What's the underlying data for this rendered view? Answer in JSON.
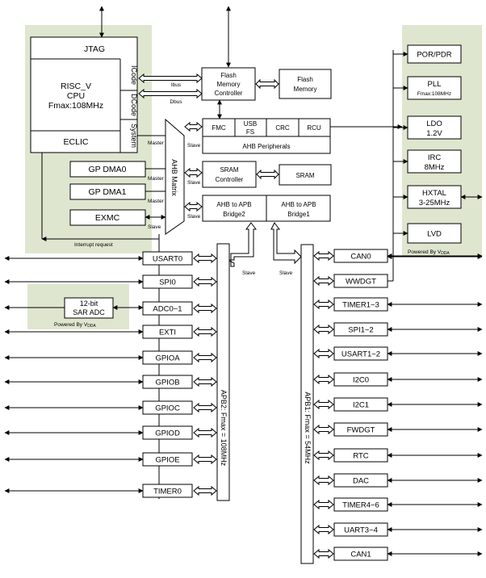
{
  "core": {
    "jtag": "JTAG",
    "cpu_line1": "RISC_V",
    "cpu_line2": "CPU",
    "cpu_line3": "Fmax:108MHz",
    "eclic": "ECLIC",
    "icode": "ICode",
    "dcode": "DCode",
    "system": "System"
  },
  "dma": {
    "dma0": "GP DMA0",
    "dma1": "GP DMA1",
    "exmc": "EXMC"
  },
  "interrupt_request": "Interrupt request",
  "bus": {
    "ibus": "Ibus",
    "dbus": "Dbus",
    "master": "Master",
    "slave": "Slave",
    "matrix": "AHB Matrix"
  },
  "flash": {
    "ctrl_line1": "Flash",
    "ctrl_line2": "Memory",
    "ctrl_line3": "Controller",
    "mem_line1": "Flash",
    "mem_line2": "Memory"
  },
  "ahb": {
    "fmc": "FMC",
    "usb_line1": "USB",
    "usb_line2": "FS",
    "crc": "CRC",
    "rcu": "RCU",
    "peripherals": "AHB Peripherals"
  },
  "sram": {
    "ctrl_line1": "SRAM",
    "ctrl_line2": "Controller",
    "mem": "SRAM"
  },
  "bridges": {
    "b2_line1": "AHB to APB",
    "b2_line2": "Bridge2",
    "b1_line1": "AHB to APB",
    "b1_line2": "Bridge1"
  },
  "power": {
    "por": "POR/PDR",
    "pll": "PLL",
    "pll_sub": "Fmax:108MHz",
    "ldo_line1": "LDO",
    "ldo_line2": "1.2V",
    "irc_line1": "IRC",
    "irc_line2": "8MHz",
    "hxtal_line1": "HXTAL",
    "hxtal_line2": "3-25MHz",
    "lvd": "LVD",
    "powered_by": "Powered By V",
    "powered_sub": "DDA"
  },
  "adc": {
    "line1": "12-bit",
    "line2": "SAR ADC",
    "powered_by": "Powered By V",
    "powered_sub": "DDA"
  },
  "apb2": {
    "label": "APB2: Fmax = 108MHz",
    "items": [
      "USART0",
      "SPI0",
      "ADC0~1",
      "EXTI",
      "GPIOA",
      "GPIOB",
      "GPIOC",
      "GPIOD",
      "GPIOE",
      "TIMER0"
    ]
  },
  "apb1": {
    "label": "APB1: Fmax = 54MHz",
    "items": [
      "CAN0",
      "WWDGT",
      "TIMER1~3",
      "SPI1~2",
      "USART1~2",
      "I2C0",
      "I2C1",
      "FWDGT",
      "RTC",
      "DAC",
      "TIMER4~6",
      "UART3~4",
      "CAN1"
    ]
  }
}
